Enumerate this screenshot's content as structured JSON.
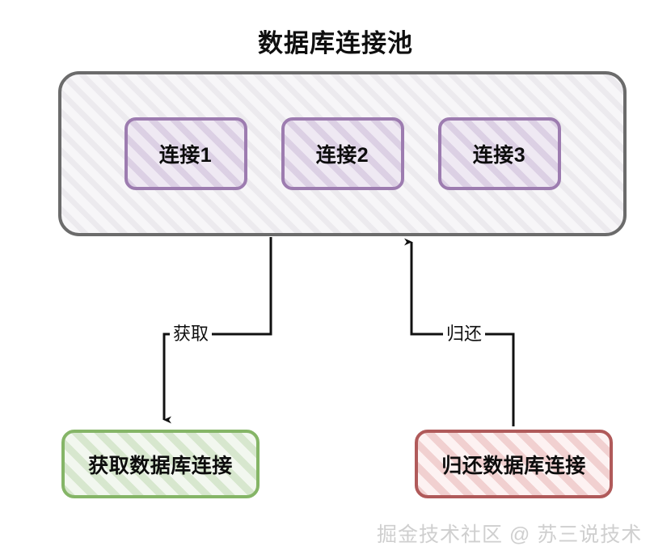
{
  "title": "数据库连接池",
  "pool": {
    "name": "数据库连接池",
    "border_color": "#6b6b6b",
    "fill_color": "#f7f6f8",
    "connections": [
      {
        "label": "连接1"
      },
      {
        "label": "连接2"
      },
      {
        "label": "连接3"
      }
    ]
  },
  "nodes": {
    "acquire": {
      "label": "获取数据库连接",
      "border_color": "#85b567",
      "fill_color": "#f2f7ef"
    },
    "ret": {
      "label": "归还数据库连接",
      "border_color": "#b05a5a",
      "fill_color": "#fdf2f2"
    }
  },
  "edges": {
    "acquire_label": "获取",
    "return_label": "归还",
    "line_color": "#111111"
  },
  "watermark": "掘金技术社区 @ 苏三说技术"
}
